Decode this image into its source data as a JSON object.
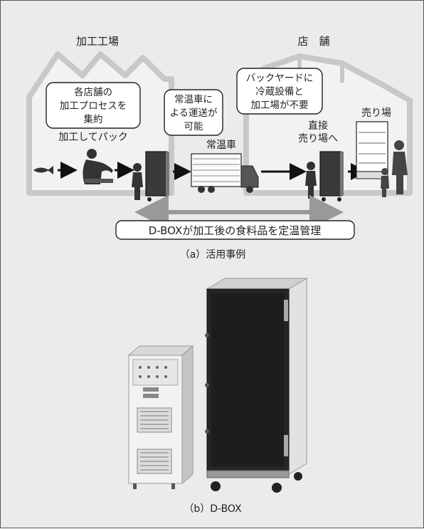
{
  "panel_a": {
    "factory_label": "加工工場",
    "store_label": "店　舗",
    "callout_consolidate": [
      "各店舗の",
      "加工プロセスを",
      "集約"
    ],
    "process_label": "加工してパック",
    "callout_transport": [
      "常温車に",
      "よる運送が",
      "可能"
    ],
    "truck_label": "常温車",
    "callout_backyard": [
      "バックヤードに",
      "冷蔵設備と",
      "加工場が不要"
    ],
    "direct_label": [
      "直接",
      "売り場へ"
    ],
    "sales_floor_label": "売り場",
    "dbox_banner": "D-BOXが加工後の食料品を定温管理",
    "caption": "（a）活用事例"
  },
  "panel_b": {
    "caption": "（b）D-BOX"
  },
  "colors": {
    "background": "#ebebeb",
    "building_outline": "#c8c8c8",
    "cabinet": "#3a3a3a",
    "arrow_gray": "#999999"
  }
}
